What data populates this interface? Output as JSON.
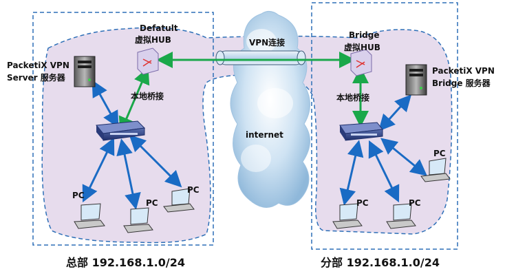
{
  "left_site": {
    "hub_label_1": "Defatult",
    "hub_label_2": "虚拟HUB",
    "server_label_1": "PacketiX  VPN",
    "server_label_2": "Server  服务器",
    "bridge_label": "本地桥接",
    "pc_labels": [
      "PC",
      "PC",
      "PC"
    ],
    "caption": "总部  192.168.1.0/24"
  },
  "right_site": {
    "hub_label_1": "Bridge",
    "hub_label_2": "虚拟HUB",
    "server_label_1": "PacketiX  VPN",
    "server_label_2": "Bridge 服务器",
    "bridge_label": "本地桥接",
    "pc_labels": [
      "PC",
      "PC",
      "PC"
    ],
    "caption": "分部  192.168.1.0/24"
  },
  "tunnel_label": "VPN连接",
  "cloud_label": "internet",
  "colors": {
    "region_fill": "#e7dced",
    "frame": "#2d6fb7",
    "arrow_blue": "#1a6bc4",
    "arrow_green": "#1aa84a"
  },
  "icons": [
    "server-icon",
    "switch-icon",
    "hub-icon",
    "laptop-icon",
    "cloud-icon"
  ]
}
